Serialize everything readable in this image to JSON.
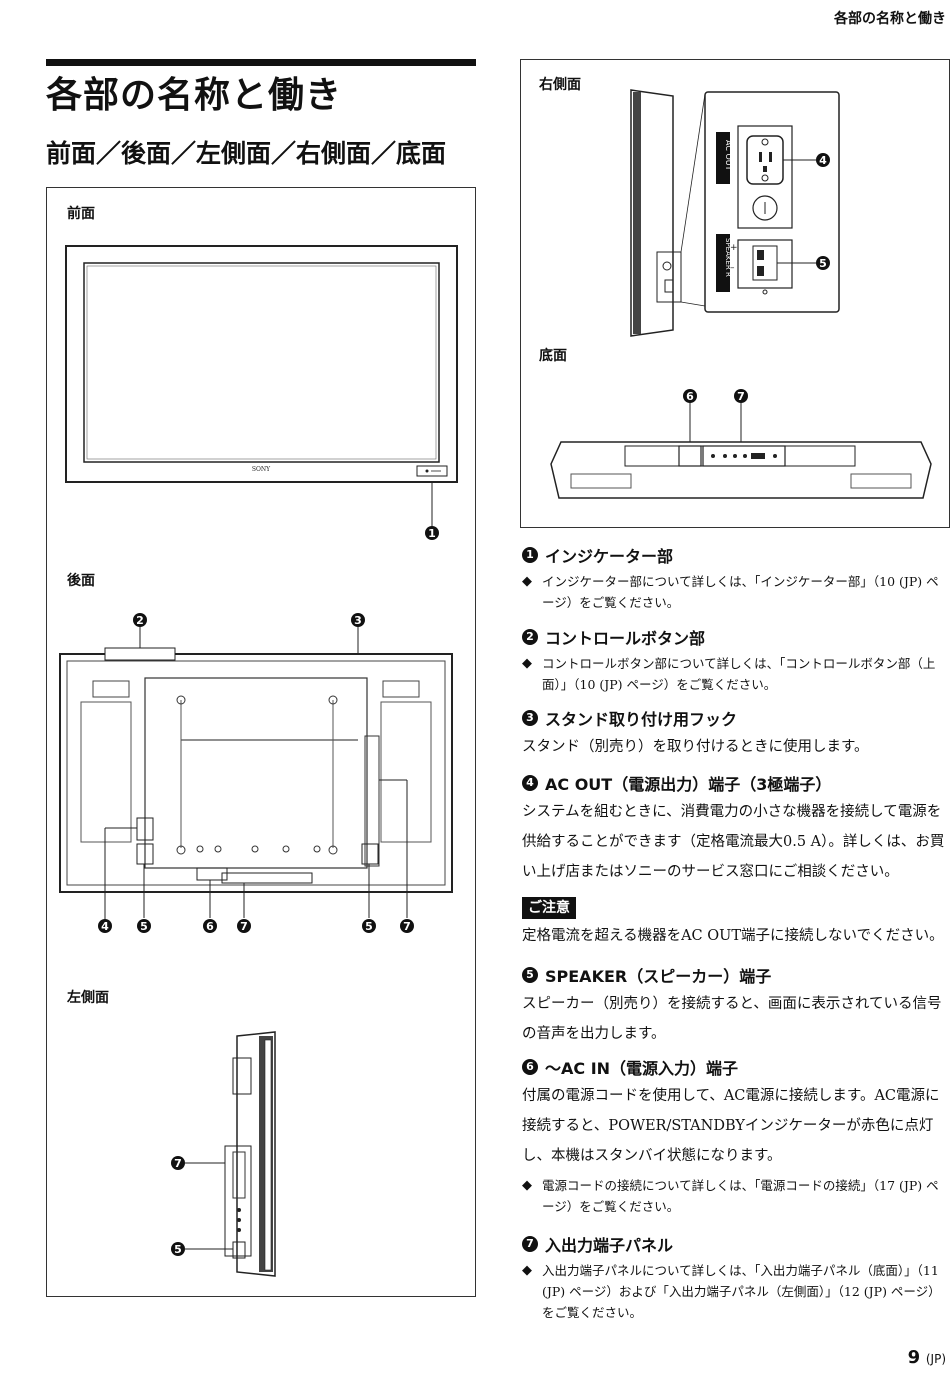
{
  "header": {
    "running_head": "各部の名称と働き"
  },
  "title": "各部の名称と働き",
  "section_title": "前面／後面／左側面／右側面／底面",
  "left_panel": {
    "front_label": "前面",
    "front_logo": "SONY",
    "rear_label": "後面",
    "left_side_label": "左側面"
  },
  "right_panel": {
    "right_side_label": "右側面",
    "bottom_label": "底面",
    "ac_out_tag": "AC OUT",
    "speaker_tag": "SPEAKER R",
    "plus": "+",
    "minus": "–"
  },
  "callouts": {
    "n1": "1",
    "n2": "2",
    "n3": "3",
    "n4": "4",
    "n5": "5",
    "n6": "6",
    "n7": "7"
  },
  "items": [
    {
      "num": "1",
      "title": "インジケーター部",
      "ref": "インジケーター部について詳しくは、「インジケーター部」（10 (JP) ページ）をご覧ください。"
    },
    {
      "num": "2",
      "title": "コントロールボタン部",
      "ref": "コントロールボタン部について詳しくは、「コントロールボタン部（上面）」（10 (JP) ページ）をご覧ください。"
    },
    {
      "num": "3",
      "title": "スタンド取り付け用フック",
      "body": "スタンド（別売り）を取り付けるときに使用します。"
    },
    {
      "num": "4",
      "title": "AC OUT（電源出力）端子（3極端子）",
      "body": "システムを組むときに、消費電力の小さな機器を接続して電源を供給することができます（定格電流最大0.5 A）。詳しくは、お買い上げ店またはソニーのサービス窓口にご相談ください。"
    },
    {
      "num": "5",
      "title": "SPEAKER（スピーカー）端子",
      "body": "スピーカー（別売り）を接続すると、画面に表示されている信号の音声を出力します。"
    },
    {
      "num": "6",
      "title": "～AC IN（電源入力）端子",
      "body": "付属の電源コードを使用して、AC電源に接続します。AC電源に接続すると、POWER/STANDBYインジケーターが赤色に点灯し、本機はスタンバイ状態になります。",
      "ref": "電源コードの接続について詳しくは、「電源コードの接続」（17 (JP) ページ）をご覧ください。"
    },
    {
      "num": "7",
      "title": "入出力端子パネル",
      "ref": "入出力端子パネルについて詳しくは、「入出力端子パネル（底面）」（11 (JP) ページ）および「入出力端子パネル（左側面）」（12 (JP) ページ）をご覧ください。"
    }
  ],
  "caution": {
    "label": "ご注意",
    "text": "定格電流を超える機器をAC OUT端子に接続しないでください。"
  },
  "page_number": {
    "num": "9",
    "suffix": "(JP)"
  }
}
